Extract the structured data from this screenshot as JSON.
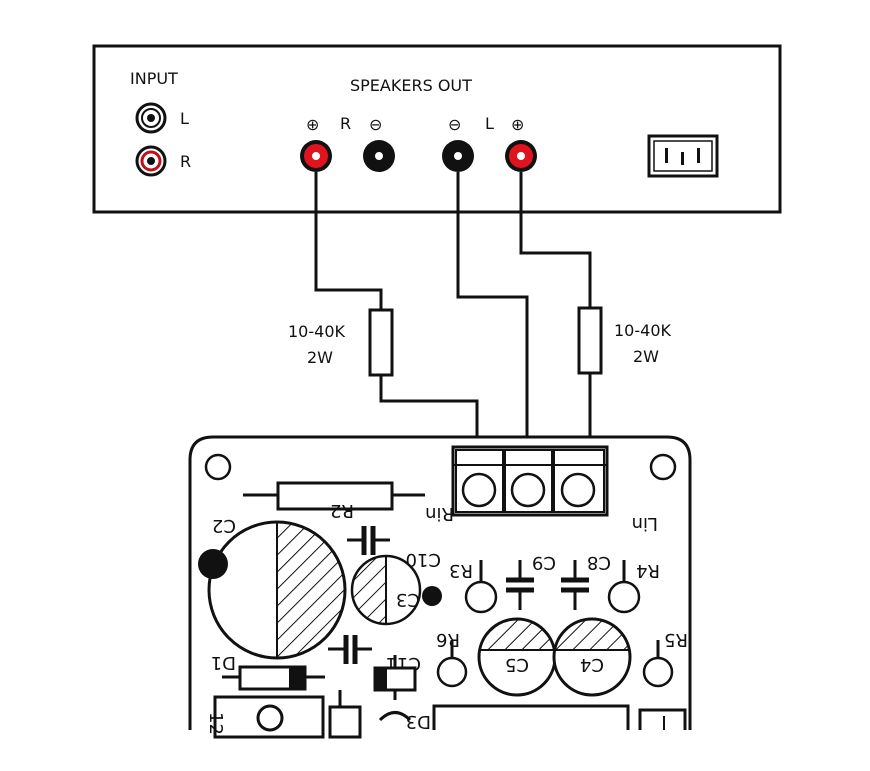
{
  "amp_panel": {
    "input_label": "INPUT",
    "input_l": "L",
    "input_r": "R",
    "speakers_label": "SPEAKERS OUT",
    "spk_r": "R",
    "spk_l": "L",
    "plus_symbol": "⊕",
    "minus_symbol": "⊖"
  },
  "resistors": {
    "left_value": "10-40K",
    "left_power": "2W",
    "right_value": "10-40K",
    "right_power": "2W"
  },
  "board": {
    "r2": "R2",
    "c2": "C2",
    "c10": "C10",
    "c3": "C3",
    "c11": "C11",
    "d1": "D1",
    "d3": "D3",
    "r3": "R3",
    "r4": "R4",
    "r5": "R5",
    "r6": "R6",
    "c4": "C4",
    "c5": "C5",
    "c8": "C8",
    "c9": "C9",
    "rin": "Rin",
    "lin": "Lin",
    "pin12": "12"
  },
  "colors": {
    "red_terminal": "#e0141e",
    "black_terminal": "#111111",
    "line": "#111111"
  }
}
